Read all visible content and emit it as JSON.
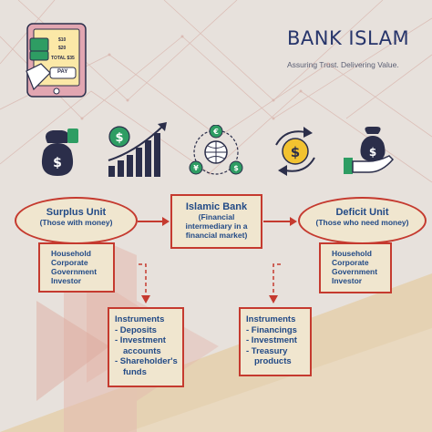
{
  "brand": {
    "name": "BANK ISLAM",
    "tagline": "Assuring Trust. Delivering Value."
  },
  "phone": {
    "rows": [
      "$10",
      "$20",
      "TOTAL $35"
    ],
    "pay_label": "PAY"
  },
  "icons": [
    "money-bag-hand-icon",
    "growth-chart-icon",
    "global-exchange-icon",
    "cycle-money-icon",
    "hand-money-bag-icon"
  ],
  "surplus": {
    "title": "Surplus Unit",
    "subtitle": "(Those with money)",
    "members": [
      "Household",
      "Corporate",
      "Government",
      "Investor"
    ]
  },
  "bank": {
    "title": "Islamic Bank",
    "subtitle": [
      "(Financial",
      "intermediary in a",
      "financial market)"
    ]
  },
  "deficit": {
    "title": "Deficit Unit",
    "subtitle": "(Those who need money)",
    "members": [
      "Household",
      "Corporate",
      "Government",
      "Investor"
    ]
  },
  "instruments_left": {
    "title": "Instruments",
    "lines": [
      "- Deposits",
      "- Investment",
      "accounts",
      "- Shareholder's",
      "funds"
    ]
  },
  "instruments_right": {
    "title": "Instruments",
    "lines": [
      "- Financings",
      "- Investment",
      "- Treasury",
      "products"
    ]
  },
  "colors": {
    "accent_red": "#c53a2f",
    "text_blue": "#224a86",
    "icon_dark": "#2b2e4a",
    "icon_green": "#2e9d63",
    "icon_yellow": "#f2c230",
    "bg": "#e7e1dc",
    "box_fill": "#f0e6cf"
  }
}
